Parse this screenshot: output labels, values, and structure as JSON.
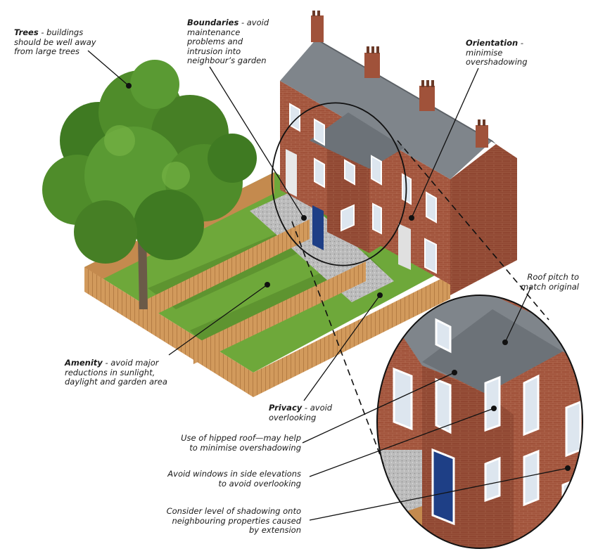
{
  "callouts": {
    "trees": {
      "title": "Trees",
      "text": " - buildings should be well away from large trees"
    },
    "boundaries": {
      "title": "Boundaries",
      "text": " - avoid maintenance problems and intrusion into neighbour’s garden"
    },
    "orientation": {
      "title": "Orientation",
      "text": " - minimise overshadowing"
    },
    "roof_pitch": {
      "text": "Roof pitch to match original"
    },
    "amenity": {
      "title": "Amenity",
      "text": " - avoid major reductions in sunlight, daylight and garden area"
    },
    "privacy": {
      "title": "Privacy",
      "text": " - avoid overlooking"
    },
    "hipped_roof": {
      "text": "Use of hipped roof—may help to minimise overshadowing"
    },
    "side_windows": {
      "text": "Avoid windows in side elevations to avoid overlooking"
    },
    "shadowing": {
      "text": "Consider level of shadowing onto neighbouring properties caused by extension"
    }
  },
  "colors": {
    "brick": "#a0523a",
    "roof": "#7f858b",
    "grass": "#6ea83a",
    "fence": "#d29a5c",
    "door": "#1e3f86",
    "gravel": "#bcbcbc",
    "tree": "#4f8c2a"
  },
  "icons": [
    "tree-illustration",
    "terraced-houses-illustration",
    "magnifier-detail-circle"
  ]
}
